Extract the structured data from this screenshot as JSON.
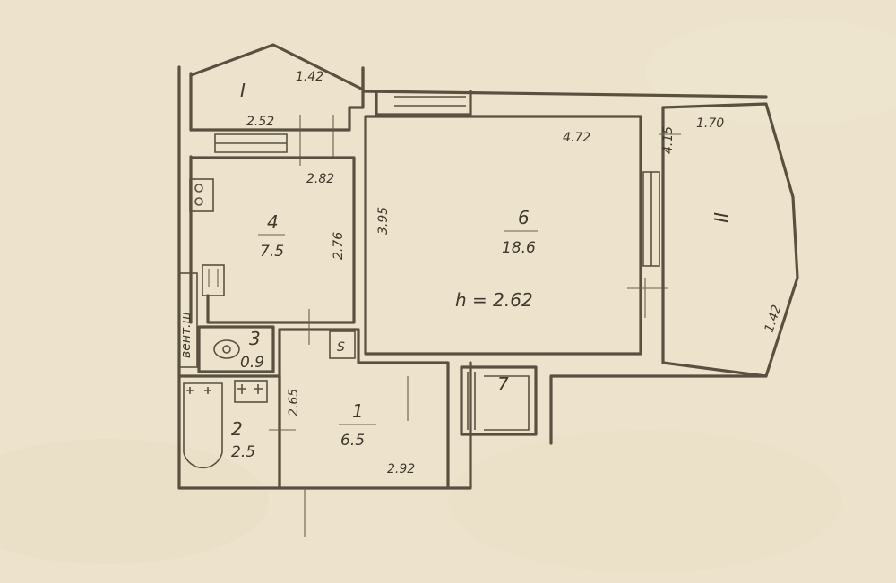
{
  "rooms": {
    "r1": {
      "number": "1",
      "area": "6.5"
    },
    "r2": {
      "number": "2",
      "area": "2.5"
    },
    "r3": {
      "number": "3",
      "area": "0.9"
    },
    "r4": {
      "number": "4",
      "area": "7.5"
    },
    "r6": {
      "number": "6",
      "area": "18.6"
    },
    "r7": {
      "number": "7"
    }
  },
  "balconies": {
    "b1": {
      "label": "I"
    },
    "b2": {
      "label": "II"
    }
  },
  "ceiling_height": "h = 2.62",
  "vent_label": "вент.ш",
  "closet_label": "S",
  "dimensions": {
    "b1_top": "1.42",
    "b1_bottom": "2.52",
    "kitchen_width": "2.82",
    "kitchen_depth": "2.76",
    "room6_width": "4.72",
    "room6_depth": "3.95",
    "b2_top": "1.70",
    "b2_left": "4.15",
    "b2_right": "1.42",
    "hall_depth": "2.65",
    "hall_width": "2.92"
  }
}
